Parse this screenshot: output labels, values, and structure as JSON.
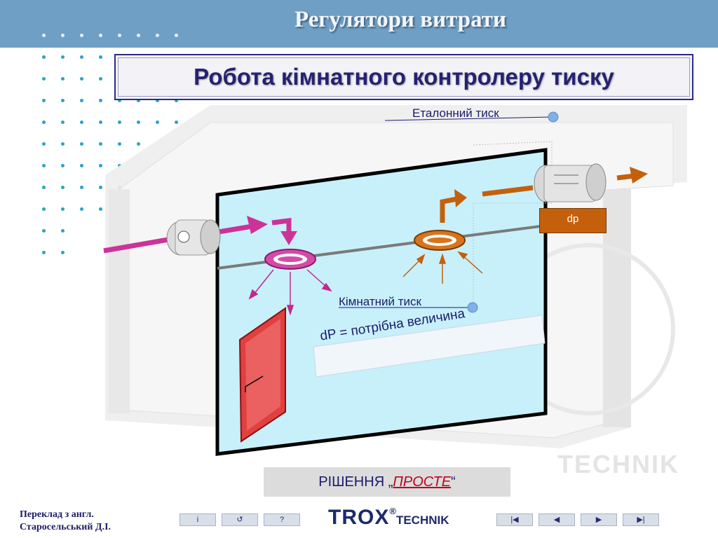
{
  "header": {
    "title": "Регулятори витрати"
  },
  "subtitle": "Робота кімнатного контролеру  тиску",
  "labels": {
    "reference_pressure": "Еталонний тиск",
    "room_pressure": "Кімнатний тиск",
    "dp": "dp",
    "formula": "dP = потрібна величина"
  },
  "solution": {
    "prefix": "РІШЕННЯ „",
    "emphasis": "ПРОСТЕ",
    "suffix": "“"
  },
  "footer": {
    "line1": "Переклад з англ.",
    "line2": "Старосельський Д.І."
  },
  "nav": {
    "info": "i",
    "back": "↺",
    "help": "?",
    "first": "|◀",
    "prev": "◀",
    "next": "▶",
    "last": "▶|"
  },
  "logo": {
    "main": "TROX",
    "reg": "®",
    "sub": "TECHNIK"
  },
  "watermark": "TECHNIK",
  "colors": {
    "header": "#6f9fc4",
    "accent_orange": "#c4600c",
    "accent_magenta": "#cc3399",
    "panel": "#c8f0fb",
    "navy": "#1c1c6a"
  }
}
